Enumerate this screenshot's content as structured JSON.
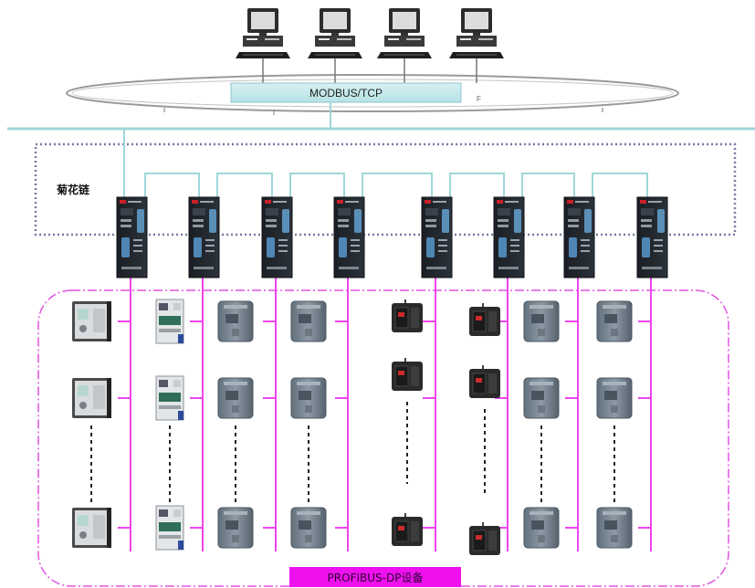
{
  "diagram": {
    "bus_label": "MODBUS/TCP",
    "daisy_chain_label": "菊花链",
    "profibus_label": "PROFIBUS-DP设备",
    "colors": {
      "ethernet": "#9fd6da",
      "profibus": "#ee44ee",
      "chain_border": "#7878a8",
      "label_bg": "#ee11ee"
    },
    "computers": [
      {
        "icon": "desktop-computer-icon"
      },
      {
        "icon": "desktop-computer-icon"
      },
      {
        "icon": "desktop-computer-icon"
      },
      {
        "icon": "desktop-computer-icon"
      }
    ],
    "gateways": [
      {
        "icon": "gateway-module-icon"
      },
      {
        "icon": "gateway-module-icon"
      },
      {
        "icon": "gateway-module-icon"
      },
      {
        "icon": "gateway-module-icon"
      },
      {
        "icon": "gateway-module-icon"
      },
      {
        "icon": "gateway-module-icon"
      },
      {
        "icon": "gateway-module-icon"
      },
      {
        "icon": "gateway-module-icon"
      }
    ],
    "device_columns": [
      {
        "type": "starter"
      },
      {
        "type": "breaker"
      },
      {
        "type": "drive"
      },
      {
        "type": "drive"
      },
      {
        "type": "meter"
      },
      {
        "type": "meter"
      },
      {
        "type": "drive"
      },
      {
        "type": "drive"
      }
    ]
  }
}
